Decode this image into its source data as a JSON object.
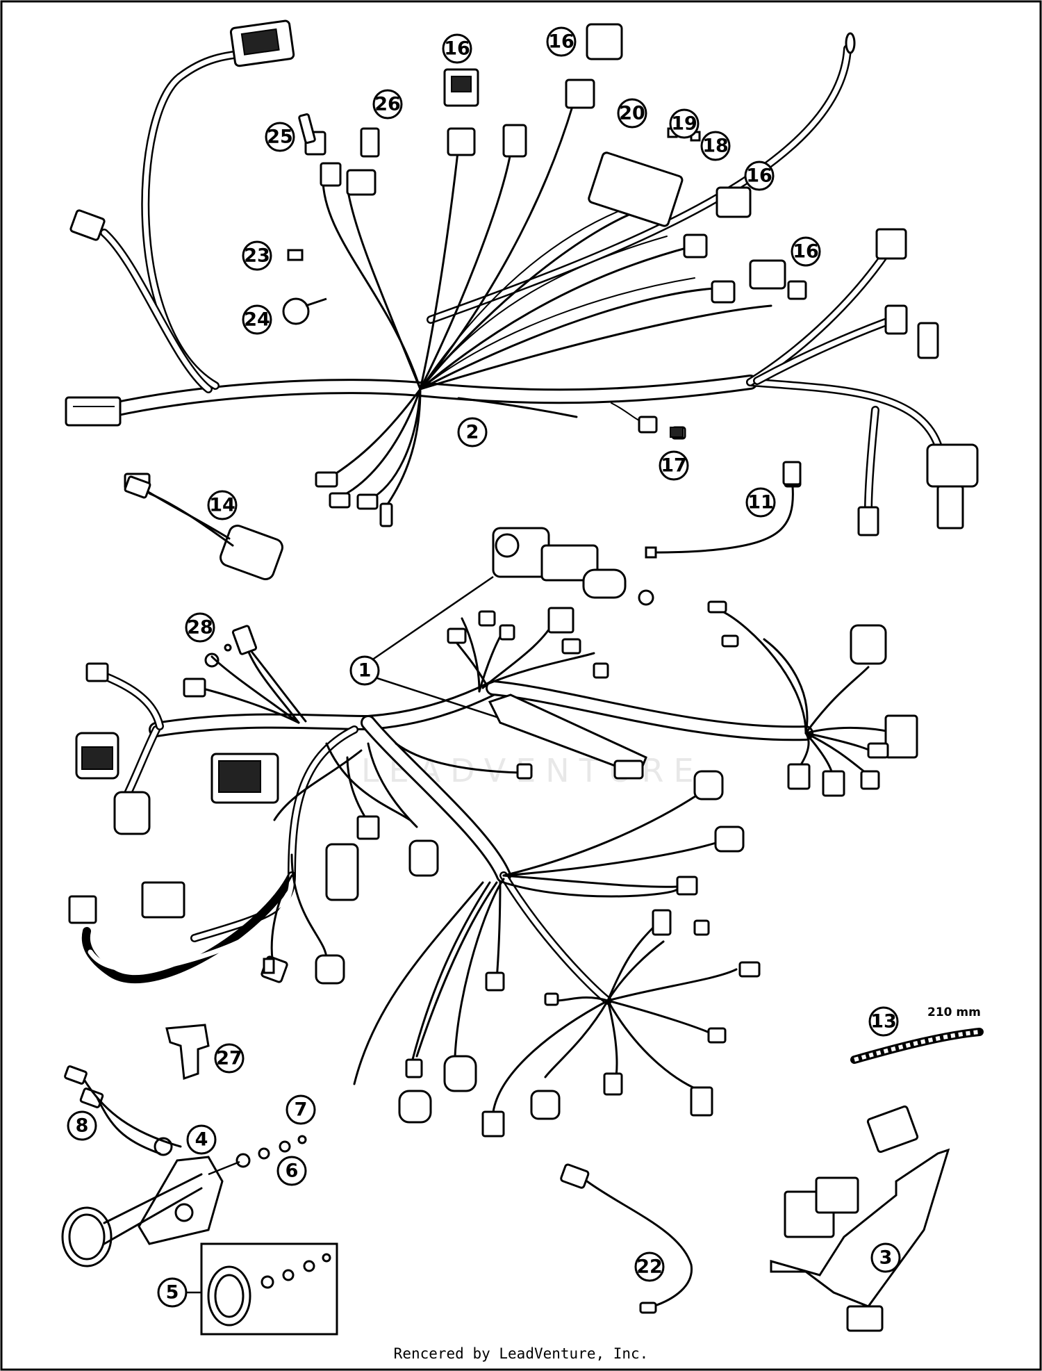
{
  "callouts": [
    {
      "label": "1"
    },
    {
      "label": "2"
    },
    {
      "label": "3"
    },
    {
      "label": "4"
    },
    {
      "label": "5"
    },
    {
      "label": "6"
    },
    {
      "label": "7"
    },
    {
      "label": "8"
    },
    {
      "label": "11"
    },
    {
      "label": "13"
    },
    {
      "label": "14"
    },
    {
      "label": "16"
    },
    {
      "label": "16"
    },
    {
      "label": "16"
    },
    {
      "label": "16"
    },
    {
      "label": "17"
    },
    {
      "label": "18"
    },
    {
      "label": "19"
    },
    {
      "label": "20"
    },
    {
      "label": "22"
    },
    {
      "label": "23"
    },
    {
      "label": "24"
    },
    {
      "label": "25"
    },
    {
      "label": "26"
    },
    {
      "label": "27"
    },
    {
      "label": "28"
    }
  ],
  "dimension_label": "210 mm",
  "watermark": "LEADVENTURE",
  "credit": "Rencered by LeadVenture, Inc."
}
